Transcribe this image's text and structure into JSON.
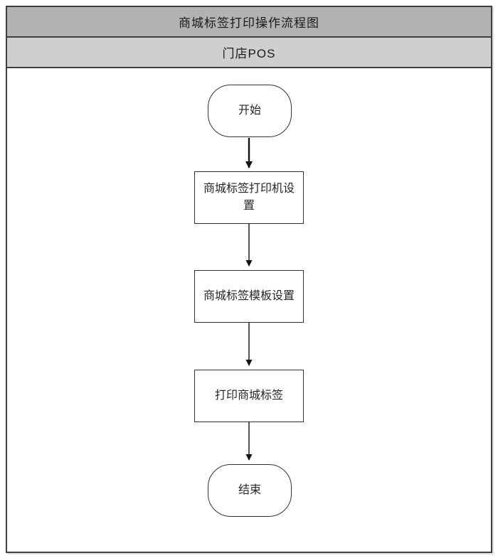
{
  "header": {
    "title": "商城标签打印操作流程图",
    "lane_label": "门店POS"
  },
  "flowchart": {
    "type": "flowchart",
    "direction": "top-to-bottom",
    "nodes": [
      {
        "id": "start",
        "type": "terminator",
        "label": "开始"
      },
      {
        "id": "step1",
        "type": "process",
        "label": "商城标签打印机设置"
      },
      {
        "id": "step2",
        "type": "process",
        "label": "商城标签模板设置"
      },
      {
        "id": "step3",
        "type": "process",
        "label": "打印商城标签"
      },
      {
        "id": "end",
        "type": "terminator",
        "label": "结束"
      }
    ],
    "edges": [
      {
        "from": "start",
        "to": "step1"
      },
      {
        "from": "step1",
        "to": "step2"
      },
      {
        "from": "step2",
        "to": "step3"
      },
      {
        "from": "step3",
        "to": "end"
      }
    ]
  },
  "colors": {
    "title_bar_bg": "#b2b2b2",
    "lane_bar_bg": "#cfcfcf",
    "frame_border": "#3f3f3f",
    "node_border": "#333333",
    "arrow": "#111111",
    "text": "#1a1a1a",
    "canvas_bg": "#ffffff"
  }
}
